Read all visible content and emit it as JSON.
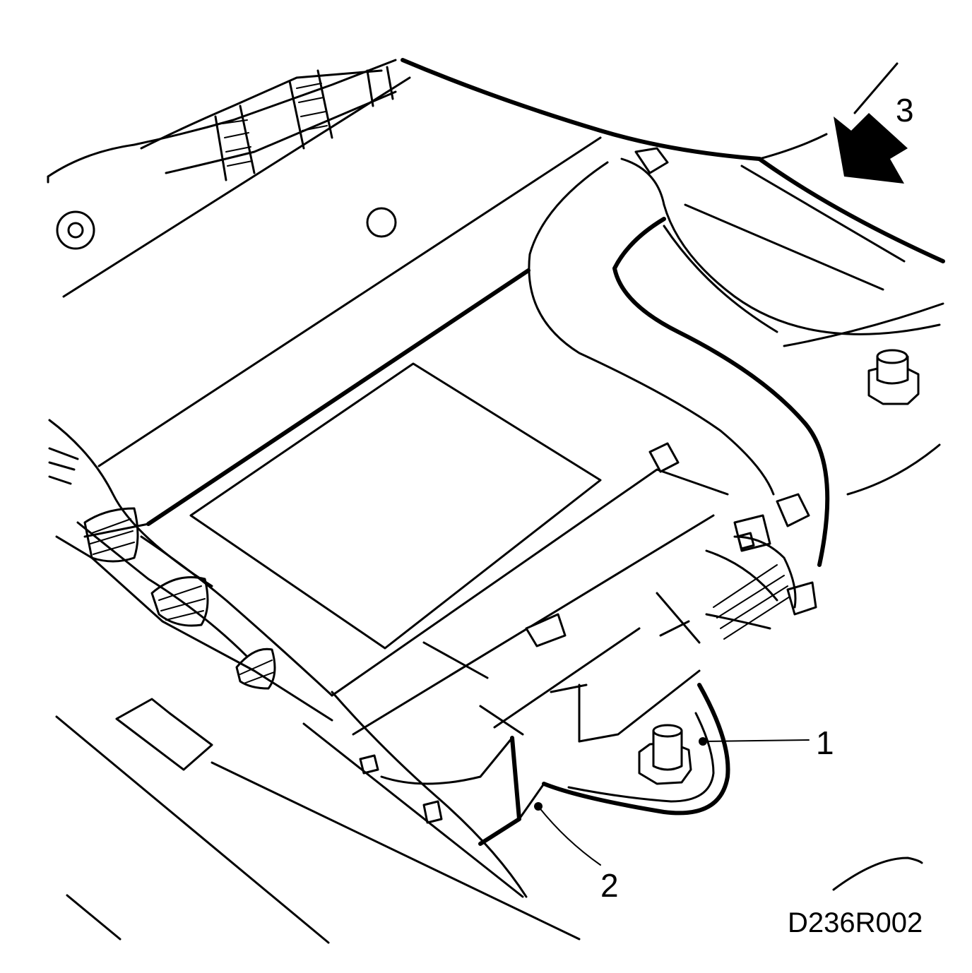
{
  "callouts": [
    {
      "id": "1",
      "label": "1"
    },
    {
      "id": "2",
      "label": "2"
    },
    {
      "id": "3",
      "label": "3"
    }
  ],
  "reference_code": "D236R002",
  "colors": {
    "line": "#000000",
    "background": "#ffffff"
  }
}
